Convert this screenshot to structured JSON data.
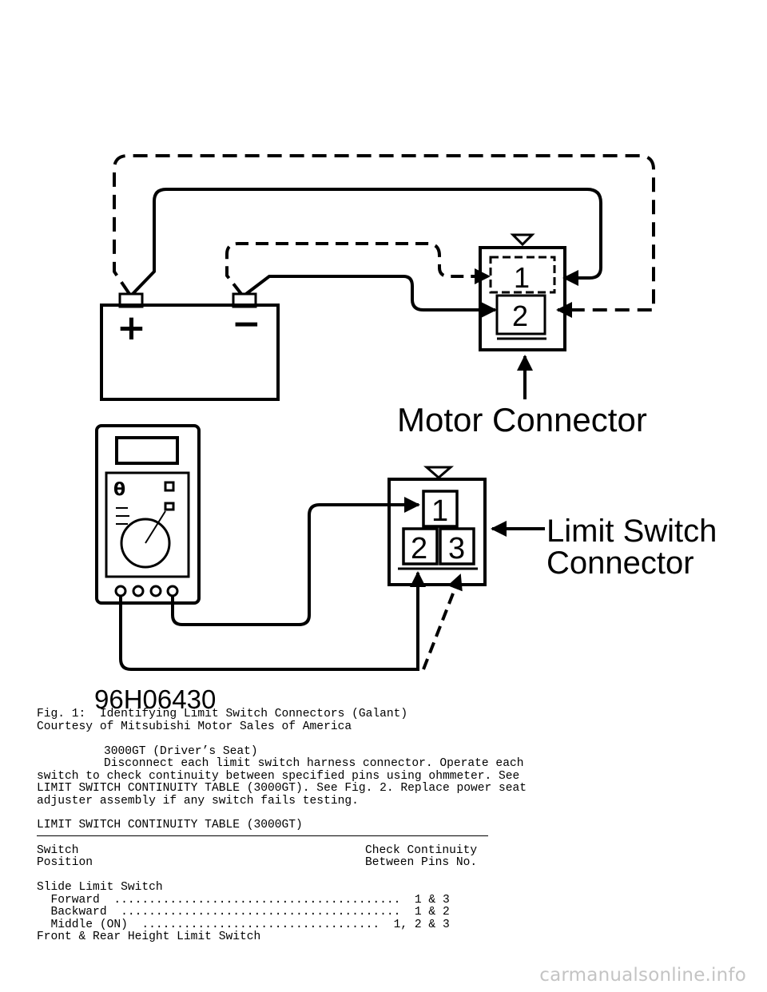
{
  "figure": {
    "code": "96H06430",
    "battery_plus": "+",
    "battery_minus": "−",
    "motor_connector_label": "Motor Connector",
    "motor_pins": [
      "1",
      "2"
    ],
    "limit_switch_label_line1": "Limit Switch",
    "limit_switch_label_line2": "Connector",
    "limit_pins": [
      "1",
      "2",
      "3"
    ],
    "meter_text": "θ"
  },
  "caption": {
    "line1": "Fig. 1:  Identifying Limit Switch Connectors (Galant)",
    "line2": "Courtesy of Mitsubishi Motor Sales of America"
  },
  "body": {
    "heading": "3000GT (Driver’s Seat)",
    "para_line1": "Disconnect each limit switch harness connector. Operate each",
    "para_line2": "switch to check continuity between specified pins using ohmmeter. See",
    "para_line3": "LIMIT SWITCH CONTINUITY TABLE (3000GT). See Fig. 2. Replace power seat",
    "para_line4": "adjuster assembly if any switch fails testing."
  },
  "table": {
    "title": "LIMIT SWITCH CONTINUITY TABLE (3000GT)",
    "header_left_1": "Switch",
    "header_left_2": "Position",
    "header_right_1": "Check Continuity",
    "header_right_2": "Between Pins No.",
    "group1": "Slide Limit Switch",
    "rows": [
      "  Forward  .........................................  1 & 3",
      "  Backward  ........................................  1 & 2",
      "  Middle (ON)  ..................................  1, 2 & 3"
    ],
    "group2": "Front & Rear Height Limit Switch"
  },
  "watermark": "carmanualsonline.info"
}
